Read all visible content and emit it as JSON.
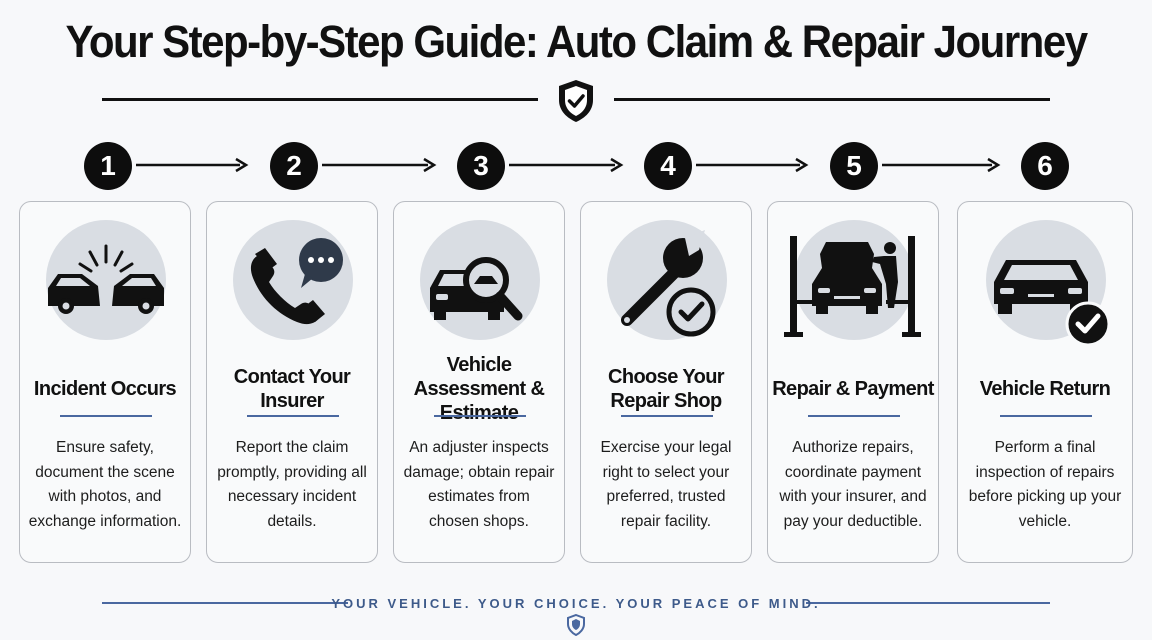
{
  "title": "Your Step-by-Step Guide: Auto Claim & Repair Journey",
  "footer": "YOUR VEHICLE. YOUR CHOICE. YOUR PEACE OF MIND.",
  "colors": {
    "accent": "#4a68a0",
    "dark": "#0d0d0d",
    "disc": "#d9dde3"
  },
  "steps": [
    {
      "number": "1",
      "icon": "car-collision-icon",
      "title": "Incident Occurs",
      "desc": "Ensure safety, document the scene with photos, and exchange information."
    },
    {
      "number": "2",
      "icon": "phone-chat-icon",
      "title": "Contact Your Insurer",
      "desc": "Report the claim promptly, providing all necessary incident details."
    },
    {
      "number": "3",
      "icon": "car-inspection-icon",
      "title": "Vehicle Assessment & Estimate",
      "desc": "An adjuster inspects damage; obtain repair estimates from chosen shops."
    },
    {
      "number": "4",
      "icon": "wrench-check-icon",
      "title": "Choose Your Repair Shop",
      "desc": "Exercise your legal right to select your preferred, trusted repair facility."
    },
    {
      "number": "5",
      "icon": "car-lift-mechanic-icon",
      "title": "Repair & Payment",
      "desc": "Authorize repairs, coordinate payment with your insurer, and pay your deductible."
    },
    {
      "number": "6",
      "icon": "car-check-icon",
      "title": "Vehicle Return",
      "desc": "Perform a final inspection of repairs before picking up your vehicle."
    }
  ]
}
